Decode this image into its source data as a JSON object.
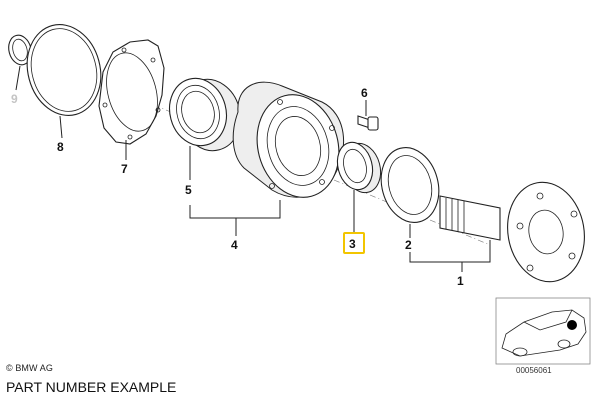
{
  "diagram": {
    "highlight_color": "#f2c500",
    "callouts": {
      "p1": "1",
      "p2": "2",
      "p3": "3",
      "p4": "4",
      "p5": "5",
      "p6": "6",
      "p7": "7",
      "p8": "8",
      "p9": "9"
    },
    "highlighted_part": "3",
    "copyright": "© BMW AG",
    "reference_code": "00056061",
    "caption": "PART NUMBER EXAMPLE"
  }
}
